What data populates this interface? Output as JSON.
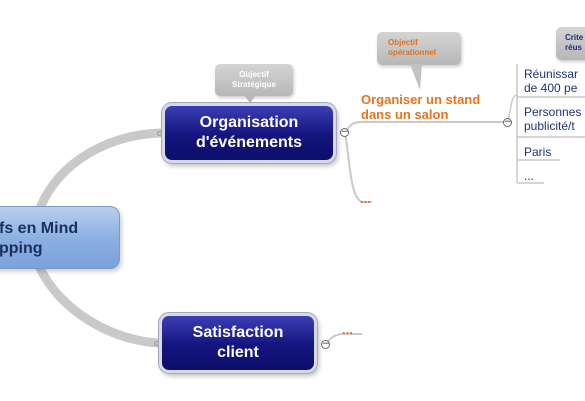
{
  "central": {
    "label_line1": "fs en Mind",
    "label_line2": "pping"
  },
  "branches": {
    "organisation": {
      "label_line1": "Organisation",
      "label_line2": "d'événements",
      "callout_line1": "Objectif",
      "callout_line2": "Stratégique",
      "operational": {
        "callout_line1": "Objectif",
        "callout_line2": "opérationnel",
        "label_line1": "Organiser un stand",
        "label_line2": "dans un salon",
        "criteria": {
          "callout_line1": "Crite",
          "callout_line2": "réus",
          "items": [
            {
              "line1": "Réunissar",
              "line2": "de 400 pe"
            },
            {
              "line1": "Personnes",
              "line2": "publicité/t"
            },
            {
              "line1": "Paris",
              "line2": ""
            },
            {
              "line1": "...",
              "line2": ""
            }
          ]
        }
      },
      "more": "..."
    },
    "satisfaction": {
      "label_line1": "Satisfaction",
      "label_line2": "client",
      "more": "..."
    }
  },
  "colors": {
    "main_node": "#14147f",
    "central_node": "#8aaee2",
    "orange": "#e8721f",
    "callout_grey": "#c4c4c4",
    "criteria_text": "#1e3575"
  },
  "icons": {
    "toggle": "minus-circle-icon"
  }
}
